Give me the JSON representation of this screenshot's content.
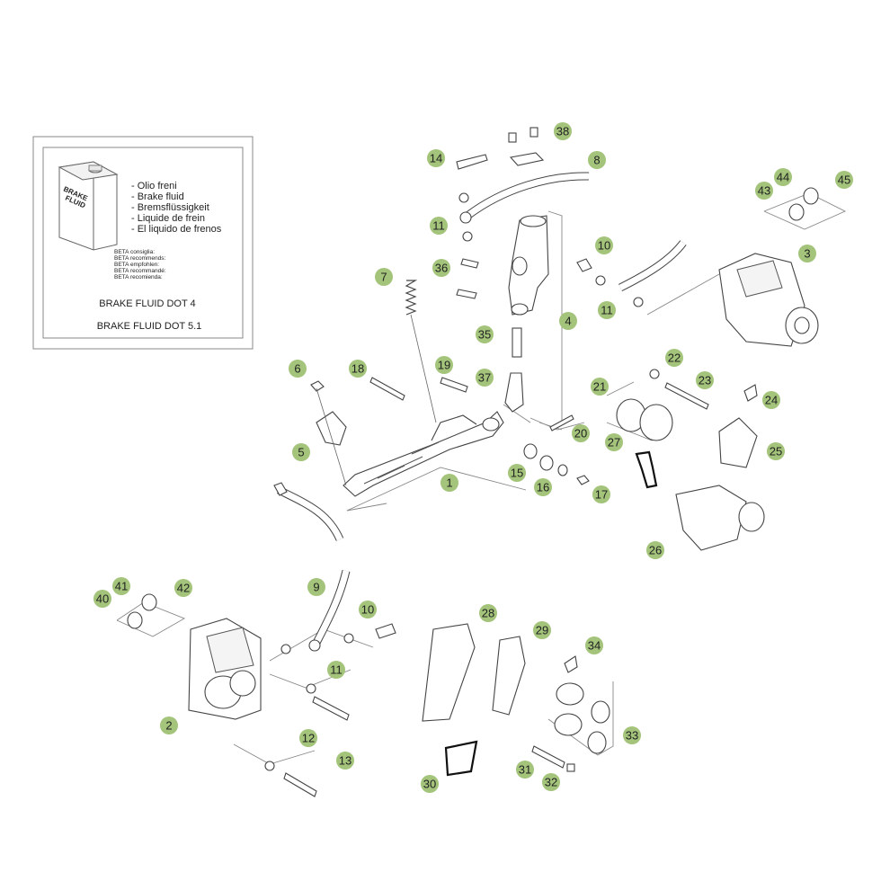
{
  "info_box": {
    "can_label_line1": "BRAKE",
    "can_label_line2": "FLUID",
    "fluid_names": [
      "- Olio freni",
      "- Brake fluid",
      "- Bremsflüssigkeit",
      "- Liquide de frein",
      "- El liquido de frenos"
    ],
    "recommend_lines": [
      "BETA consiglia:",
      "BETA recommends:",
      "BETA empfohlen:",
      "BETA recommandé:",
      "BETA recomienda:"
    ],
    "spec_1": "BRAKE FLUID DOT 4",
    "spec_2": "BRAKE FLUID DOT 5.1"
  },
  "colors": {
    "callout_fill": "#a3c47a",
    "line": "#444444",
    "box_border": "#888888"
  },
  "callouts": [
    {
      "label": "1"
    },
    {
      "label": "2"
    },
    {
      "label": "3"
    },
    {
      "label": "4"
    },
    {
      "label": "5"
    },
    {
      "label": "6"
    },
    {
      "label": "7"
    },
    {
      "label": "8"
    },
    {
      "label": "9"
    },
    {
      "label": "10"
    },
    {
      "label": "10"
    },
    {
      "label": "11"
    },
    {
      "label": "11"
    },
    {
      "label": "11"
    },
    {
      "label": "12"
    },
    {
      "label": "13"
    },
    {
      "label": "14"
    },
    {
      "label": "15"
    },
    {
      "label": "16"
    },
    {
      "label": "17"
    },
    {
      "label": "18"
    },
    {
      "label": "19"
    },
    {
      "label": "20"
    },
    {
      "label": "21"
    },
    {
      "label": "22"
    },
    {
      "label": "23"
    },
    {
      "label": "24"
    },
    {
      "label": "25"
    },
    {
      "label": "26"
    },
    {
      "label": "27"
    },
    {
      "label": "28"
    },
    {
      "label": "29"
    },
    {
      "label": "30"
    },
    {
      "label": "31"
    },
    {
      "label": "32"
    },
    {
      "label": "33"
    },
    {
      "label": "34"
    },
    {
      "label": "35"
    },
    {
      "label": "36"
    },
    {
      "label": "37"
    },
    {
      "label": "38"
    },
    {
      "label": "40"
    },
    {
      "label": "41"
    },
    {
      "label": "42"
    },
    {
      "label": "43"
    },
    {
      "label": "44"
    },
    {
      "label": "45"
    }
  ]
}
